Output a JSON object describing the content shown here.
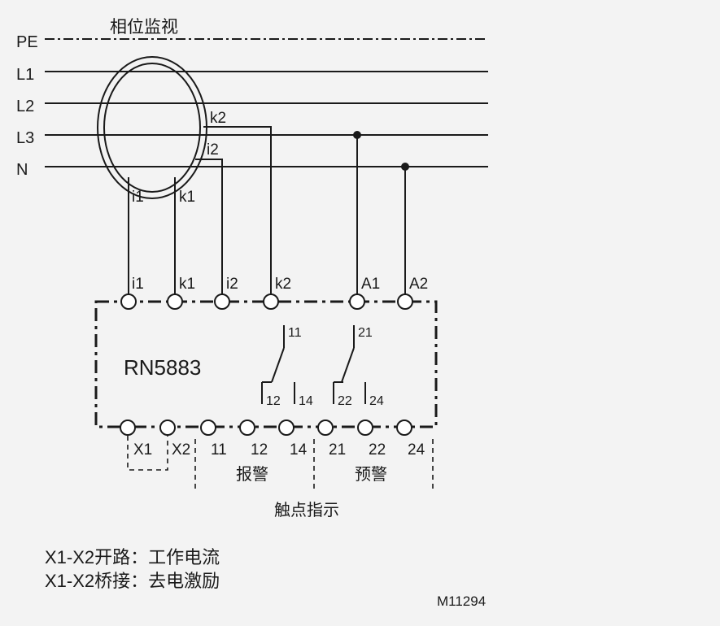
{
  "title": "相位监视",
  "lines": [
    "PE",
    "L1",
    "L2",
    "L3",
    "N"
  ],
  "ct_labels": {
    "k2": "k2",
    "i2": "i2",
    "i1": "i1",
    "k1": "k1"
  },
  "top_terminals": [
    "i1",
    "k1",
    "i2",
    "k2",
    "A1",
    "A2"
  ],
  "device_model": "RN5883",
  "contacts": {
    "c1": {
      "common": "11",
      "nc": "12",
      "no": "14"
    },
    "c2": {
      "common": "21",
      "nc": "22",
      "no": "24"
    }
  },
  "bottom_terminals": [
    "X1",
    "X2",
    "11",
    "12",
    "14",
    "21",
    "22",
    "24"
  ],
  "group_labels": {
    "alarm": "报警",
    "prewarn": "预警",
    "contact_indication": "触点指示"
  },
  "notes": [
    "X1-X2开路：工作电流",
    "X1-X2桥接：去电激励"
  ],
  "figure_ref": "M11294"
}
